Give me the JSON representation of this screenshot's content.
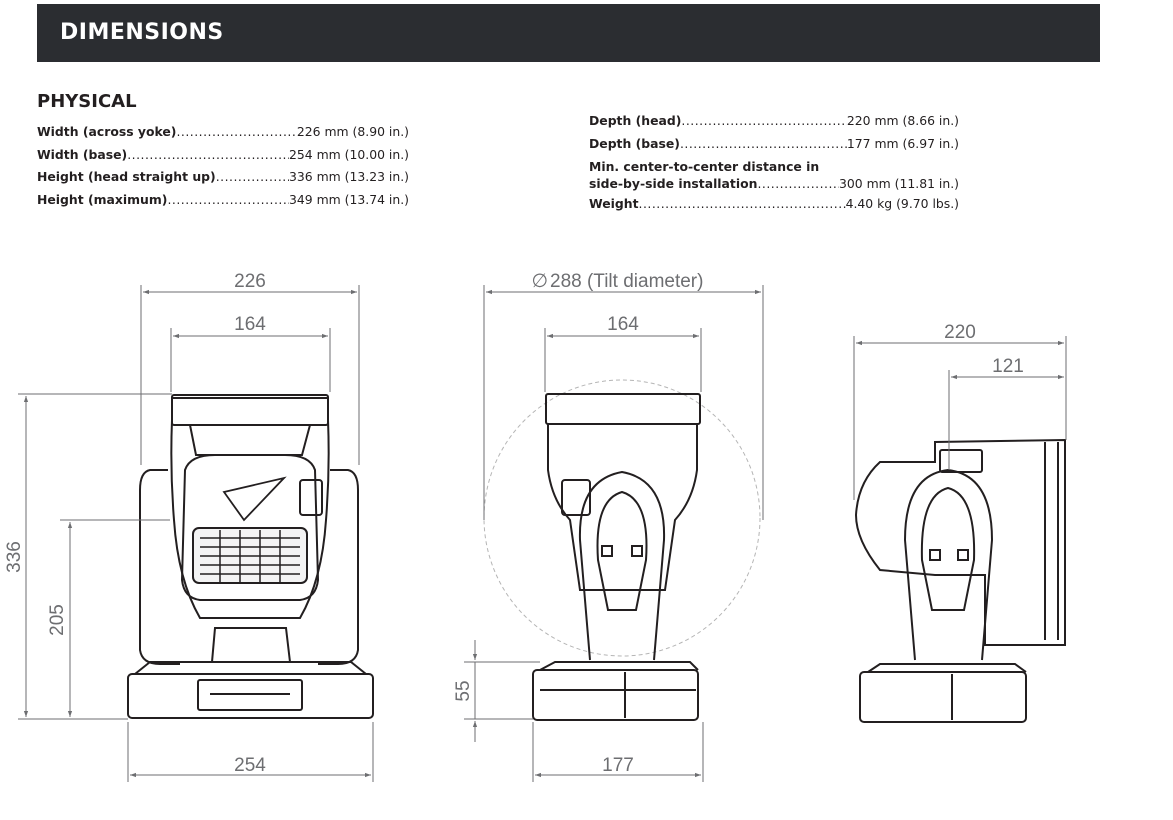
{
  "banner": {
    "title": "DIMENSIONS"
  },
  "section": {
    "title": "PHYSICAL"
  },
  "specs_left": [
    {
      "label": "Width (across yoke)",
      "value": "226 mm (8.90 in.)"
    },
    {
      "label": "Width (base)",
      "value": "254 mm (10.00 in.)"
    },
    {
      "label": "Height (head straight up)",
      "value": "336 mm (13.23 in.)"
    },
    {
      "label": "Height (maximum)",
      "value": "349 mm (13.74 in.)"
    }
  ],
  "specs_right": {
    "depth_head": {
      "label": "Depth (head)",
      "value": "220 mm (8.66 in.)"
    },
    "depth_base": {
      "label": "Depth (base)",
      "value": "177 mm (6.97 in.)"
    },
    "min_distance": {
      "label_line1": "Min. center-to-center distance in",
      "label_line2": "side-by-side installation",
      "value": "300 mm (11.81 in.)"
    },
    "weight": {
      "label": "Weight",
      "value": "4.40 kg (9.70 lbs.)"
    }
  },
  "drawing": {
    "front": {
      "width_yoke": "226",
      "width_inner": "164",
      "height_total": "336",
      "height_tilt_axis": "205",
      "width_base": "254"
    },
    "side": {
      "tilt_diameter": "288 (Tilt diameter)",
      "diameter_symbol": "∅",
      "width_inner": "164",
      "base_height": "55",
      "depth_base": "177"
    },
    "rear_side": {
      "depth_head": "220",
      "offset": "121"
    },
    "colors": {
      "line": "#231f20",
      "dimension": "#6d6e71",
      "banner": "#2b2d31"
    }
  }
}
